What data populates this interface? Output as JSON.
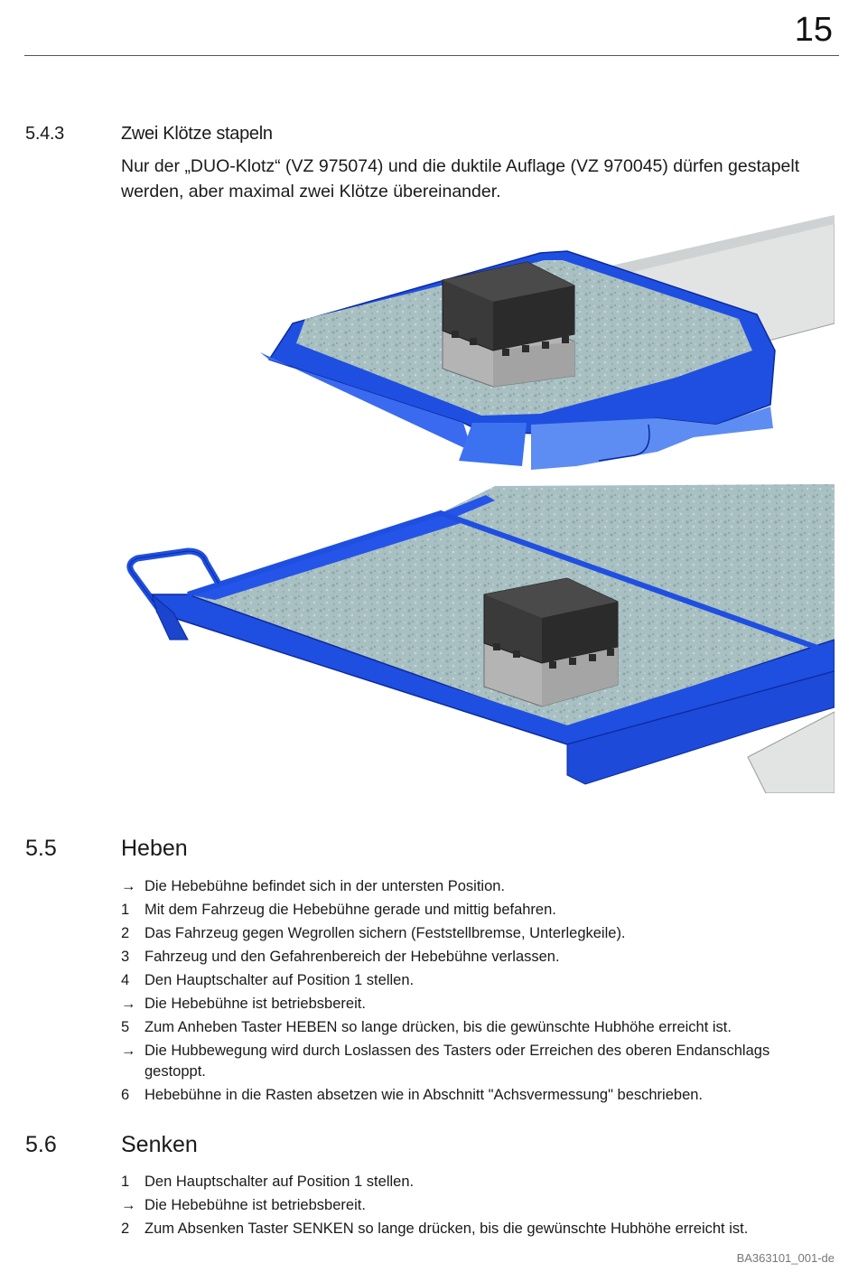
{
  "header": {
    "page_number": "15"
  },
  "section_543": {
    "number": "5.4.3",
    "title": "Zwei Klötze stapeln",
    "paragraph": "Nur der „DUO-Klotz“ (VZ 975074) und die duktile Auflage (VZ 970045) dürfen gestapelt werden, aber maximal zwei Klötze übereinander."
  },
  "figure": {
    "icon": "stacked-blocks-illustration"
  },
  "section_55": {
    "number": "5.5",
    "title": "Heben",
    "steps": [
      {
        "marker": "→",
        "text": "Die Hebebühne befindet sich in der untersten Position."
      },
      {
        "marker": "1",
        "text": "Mit dem Fahrzeug die Hebebühne gerade und mittig befahren."
      },
      {
        "marker": "2",
        "text": "Das Fahrzeug gegen Wegrollen sichern (Feststellbremse, Unterlegkeile)."
      },
      {
        "marker": "3",
        "text": "Fahrzeug und den Gefahrenbereich der Hebebühne verlassen."
      },
      {
        "marker": "4",
        "text": "Den Hauptschalter auf Position 1 stellen."
      },
      {
        "marker": "→",
        "text": "Die Hebebühne ist betriebsbereit."
      },
      {
        "marker": "5",
        "text": "Zum Anheben Taster HEBEN so lange drücken, bis die gewünschte Hubhöhe erreicht ist."
      },
      {
        "marker": "→",
        "text": "Die Hubbewegung wird durch Loslassen des Tasters oder Erreichen des oberen Endanschlags gestoppt."
      },
      {
        "marker": "6",
        "text": "Hebebühne in die Rasten absetzen wie in Abschnitt \"Achsvermessung\" beschrieben."
      }
    ]
  },
  "section_56": {
    "number": "5.6",
    "title": "Senken",
    "steps": [
      {
        "marker": "1",
        "text": "Den Hauptschalter auf Position 1 stellen."
      },
      {
        "marker": "→",
        "text": "Die Hebebühne ist betriebsbereit."
      },
      {
        "marker": "2",
        "text": "Zum Absenken Taster SENKEN so lange drücken, bis die gewünschte Hubhöhe erreicht ist."
      }
    ]
  },
  "footer": {
    "doc_id": "BA363101_001-de"
  }
}
